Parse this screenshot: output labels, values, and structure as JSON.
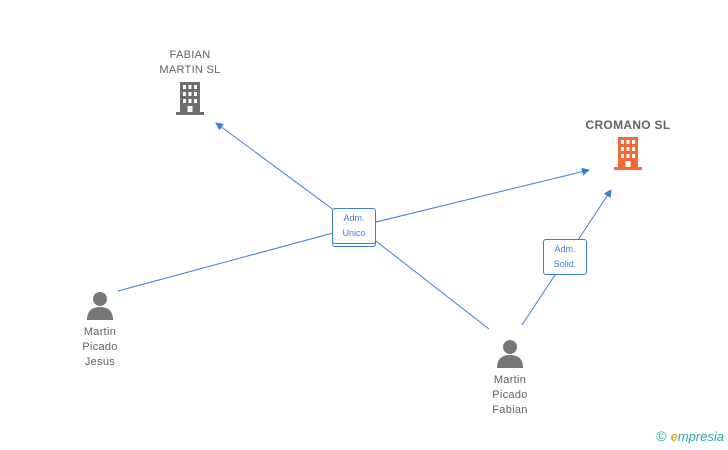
{
  "colors": {
    "edge": "#3b7fd4",
    "company_gray": "#6e6e6e",
    "company_accent": "#f26a35",
    "person": "#777777"
  },
  "companies": [
    {
      "id": "fabian",
      "label": "FABIAN\nMARTIN SL",
      "icon": "building-icon",
      "color": "#6e6e6e"
    },
    {
      "id": "cromano",
      "label": "CROMANO SL",
      "icon": "building-icon",
      "color": "#f26a35"
    }
  ],
  "persons": [
    {
      "id": "jesus",
      "label": "Martin\nPicado\nJesus",
      "icon": "person-icon"
    },
    {
      "id": "fabian_p",
      "label": "Martin\nPicado\nFabian",
      "icon": "person-icon"
    }
  ],
  "roles": [
    {
      "id": "adm_unico",
      "label": "Adm.\nUnico"
    },
    {
      "id": "adm_solid",
      "label": "Adm.\nSolid."
    }
  ],
  "brand": {
    "copyright": "©",
    "initial": "e",
    "rest": "mpresia"
  }
}
